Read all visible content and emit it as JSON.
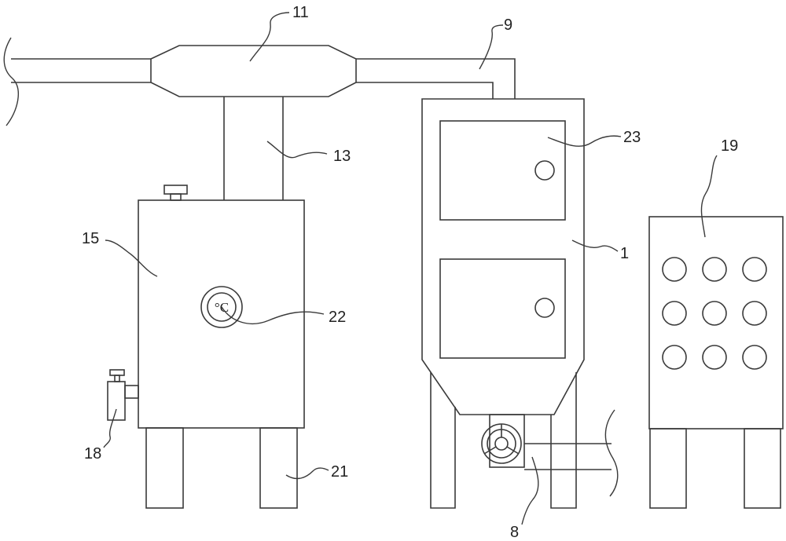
{
  "labels": {
    "l1": "1",
    "l8": "8",
    "l9": "9",
    "l11": "11",
    "l13": "13",
    "l15": "15",
    "l18": "18",
    "l19": "19",
    "l21": "21",
    "l22": "22",
    "l23": "23"
  },
  "gauge_unit": "°C"
}
